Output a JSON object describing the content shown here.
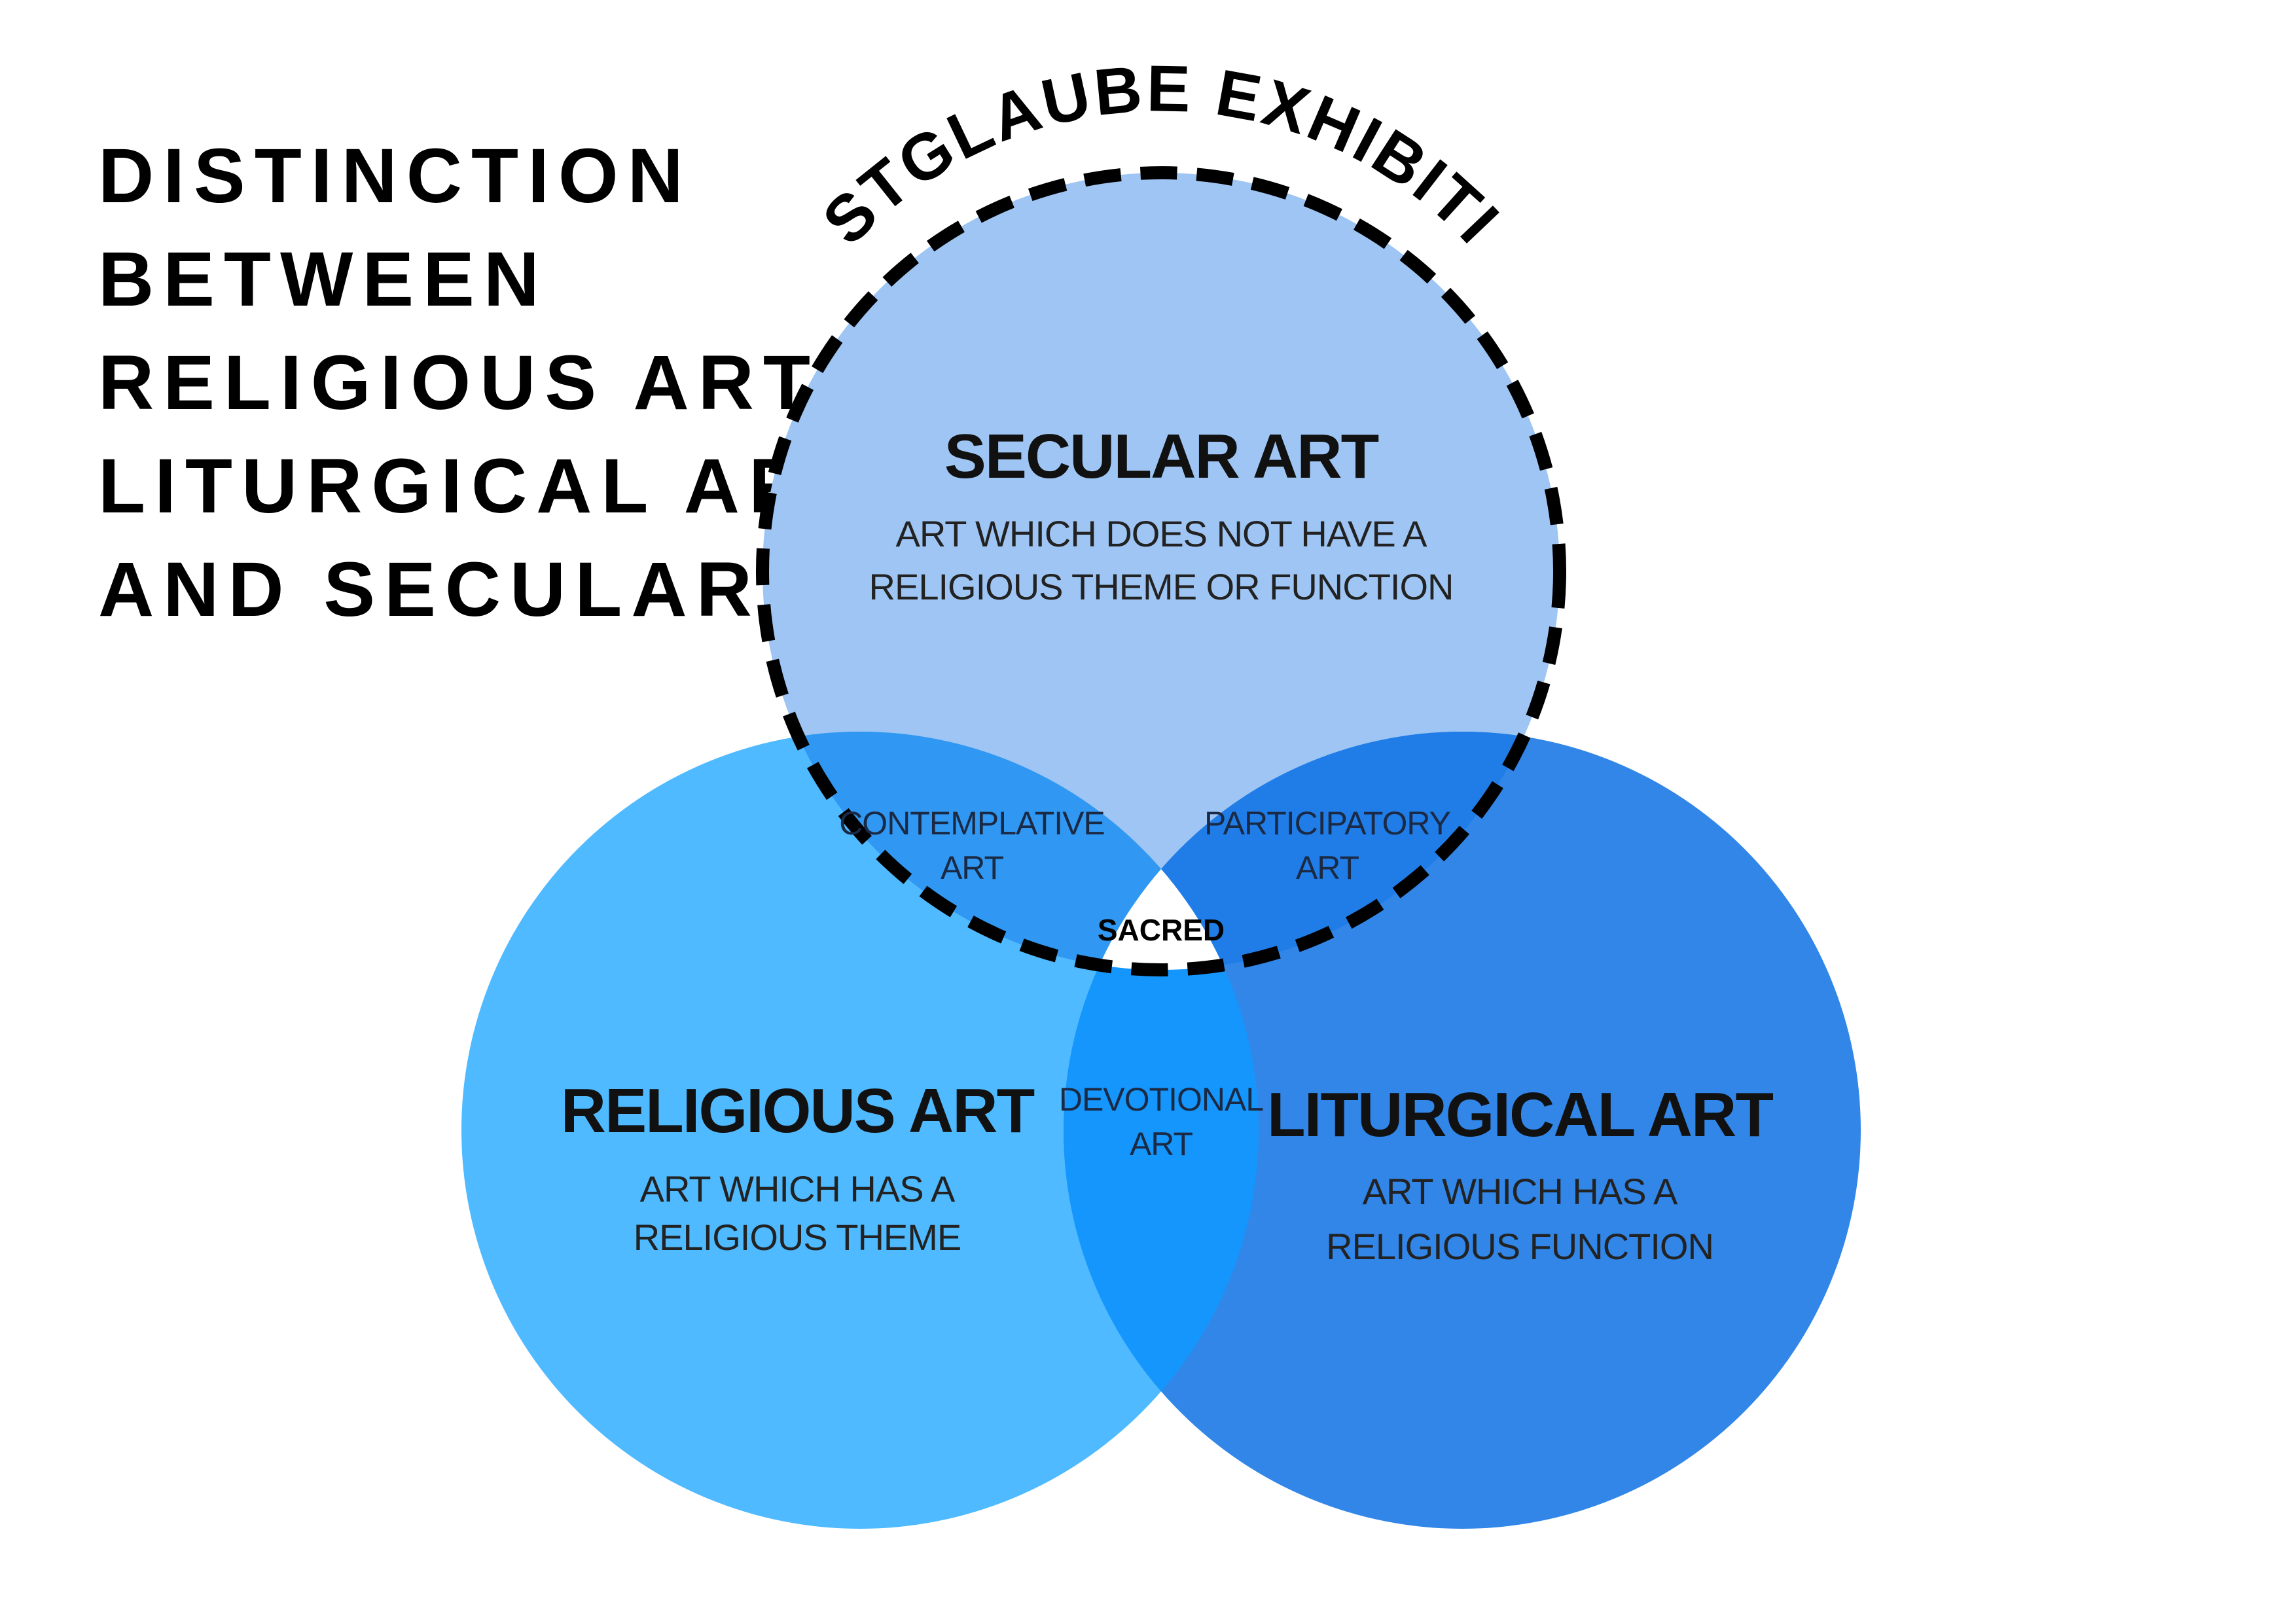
{
  "title": {
    "lines": [
      "DISTINCTION",
      "BETWEEN",
      "RELIGIOUS ART,",
      "LITURGICAL ART",
      "AND SECULAR ART"
    ]
  },
  "arc_label": "KUNSTGLAUBE EXHIBITIONS",
  "circles": {
    "secular": {
      "title": "SECULAR ART",
      "desc": [
        "ART WHICH DOES NOT HAVE A",
        "RELIGIOUS THEME OR FUNCTION"
      ],
      "color": "#9ec5f3"
    },
    "religious": {
      "title": "RELIGIOUS ART",
      "desc": [
        "ART WHICH HAS A",
        "RELIGIOUS THEME"
      ],
      "color": "#4fbaff"
    },
    "liturgical": {
      "title": "LITURGICAL ART",
      "desc": [
        "ART WHICH HAS A",
        "RELIGIOUS FUNCTION"
      ],
      "color": "#3186e8"
    }
  },
  "overlaps": {
    "contemplative": {
      "lines": [
        "CONTEMPLATIVE",
        "ART"
      ],
      "color": "#3098f2"
    },
    "participatory": {
      "lines": [
        "PARTICIPATORY",
        "ART"
      ],
      "color": "#207de8"
    },
    "devotional": {
      "lines": [
        "DEVOTIONAL",
        "ART"
      ],
      "color": "#1496fd"
    },
    "sacred": {
      "label": "SACRED",
      "color": "#ffffff"
    }
  },
  "colors": {
    "dash": "#000000",
    "text": "#000000",
    "background": "#ffffff"
  }
}
